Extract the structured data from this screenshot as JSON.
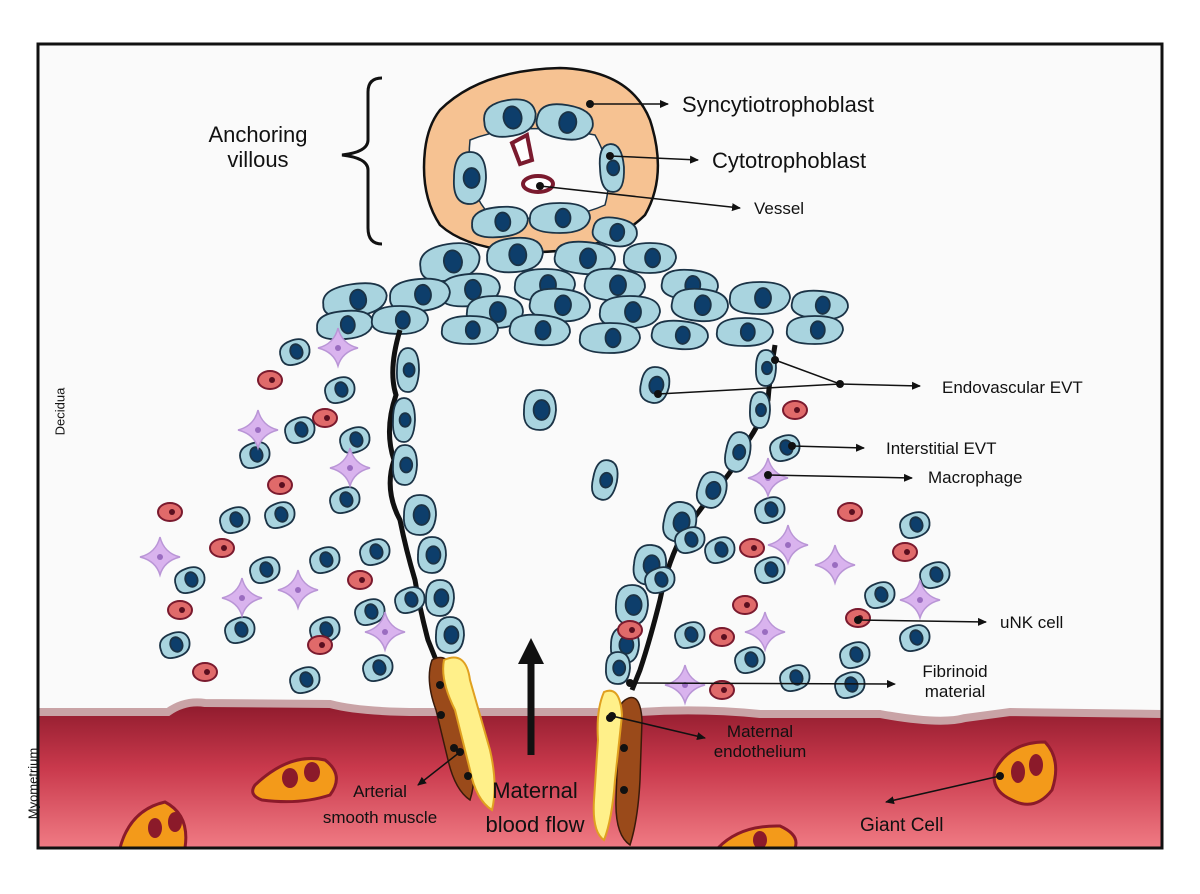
{
  "labels": {
    "anchoring_villous": "Anchoring\nvillous",
    "syncytiotrophoblast": "Syncytiotrophoblast",
    "cytotrophoblast": "Cytotrophoblast",
    "vessel": "Vessel",
    "endovascular_evt": "Endovascular EVT",
    "interstitial_evt": "Interstitial EVT",
    "macrophage": "Macrophage",
    "unk_cell": "uNK cell",
    "fibrinoid_material": "Fibrinoid\nmaterial",
    "maternal_endothelium": "Maternal\nendothelium",
    "arterial_smooth_muscle": "Arterial\nsmooth muscle",
    "maternal_blood_flow": "Maternal\nblood flow",
    "giant_cell": "Giant Cell",
    "decidua": "Decidua",
    "myometrium": "Myometrium"
  },
  "colors": {
    "frame": "#111111",
    "decidua_bg": "#fafafa",
    "myometrium_top": "#8e1a2c",
    "myometrium_bottom": "#f07b84",
    "syncytio": "#f6c292",
    "trophoblast_fill": "#a9d4df",
    "trophoblast_nucleus": "#0d3e6b",
    "unk_fill": "#e06a6a",
    "macrophage_fill": "#d9b3ee",
    "smooth_muscle": "#9a4a1a",
    "endothelium": "#fff08a",
    "giant_cell_fill": "#f39a1a",
    "giant_cell_nucleus": "#8b1a2a"
  }
}
